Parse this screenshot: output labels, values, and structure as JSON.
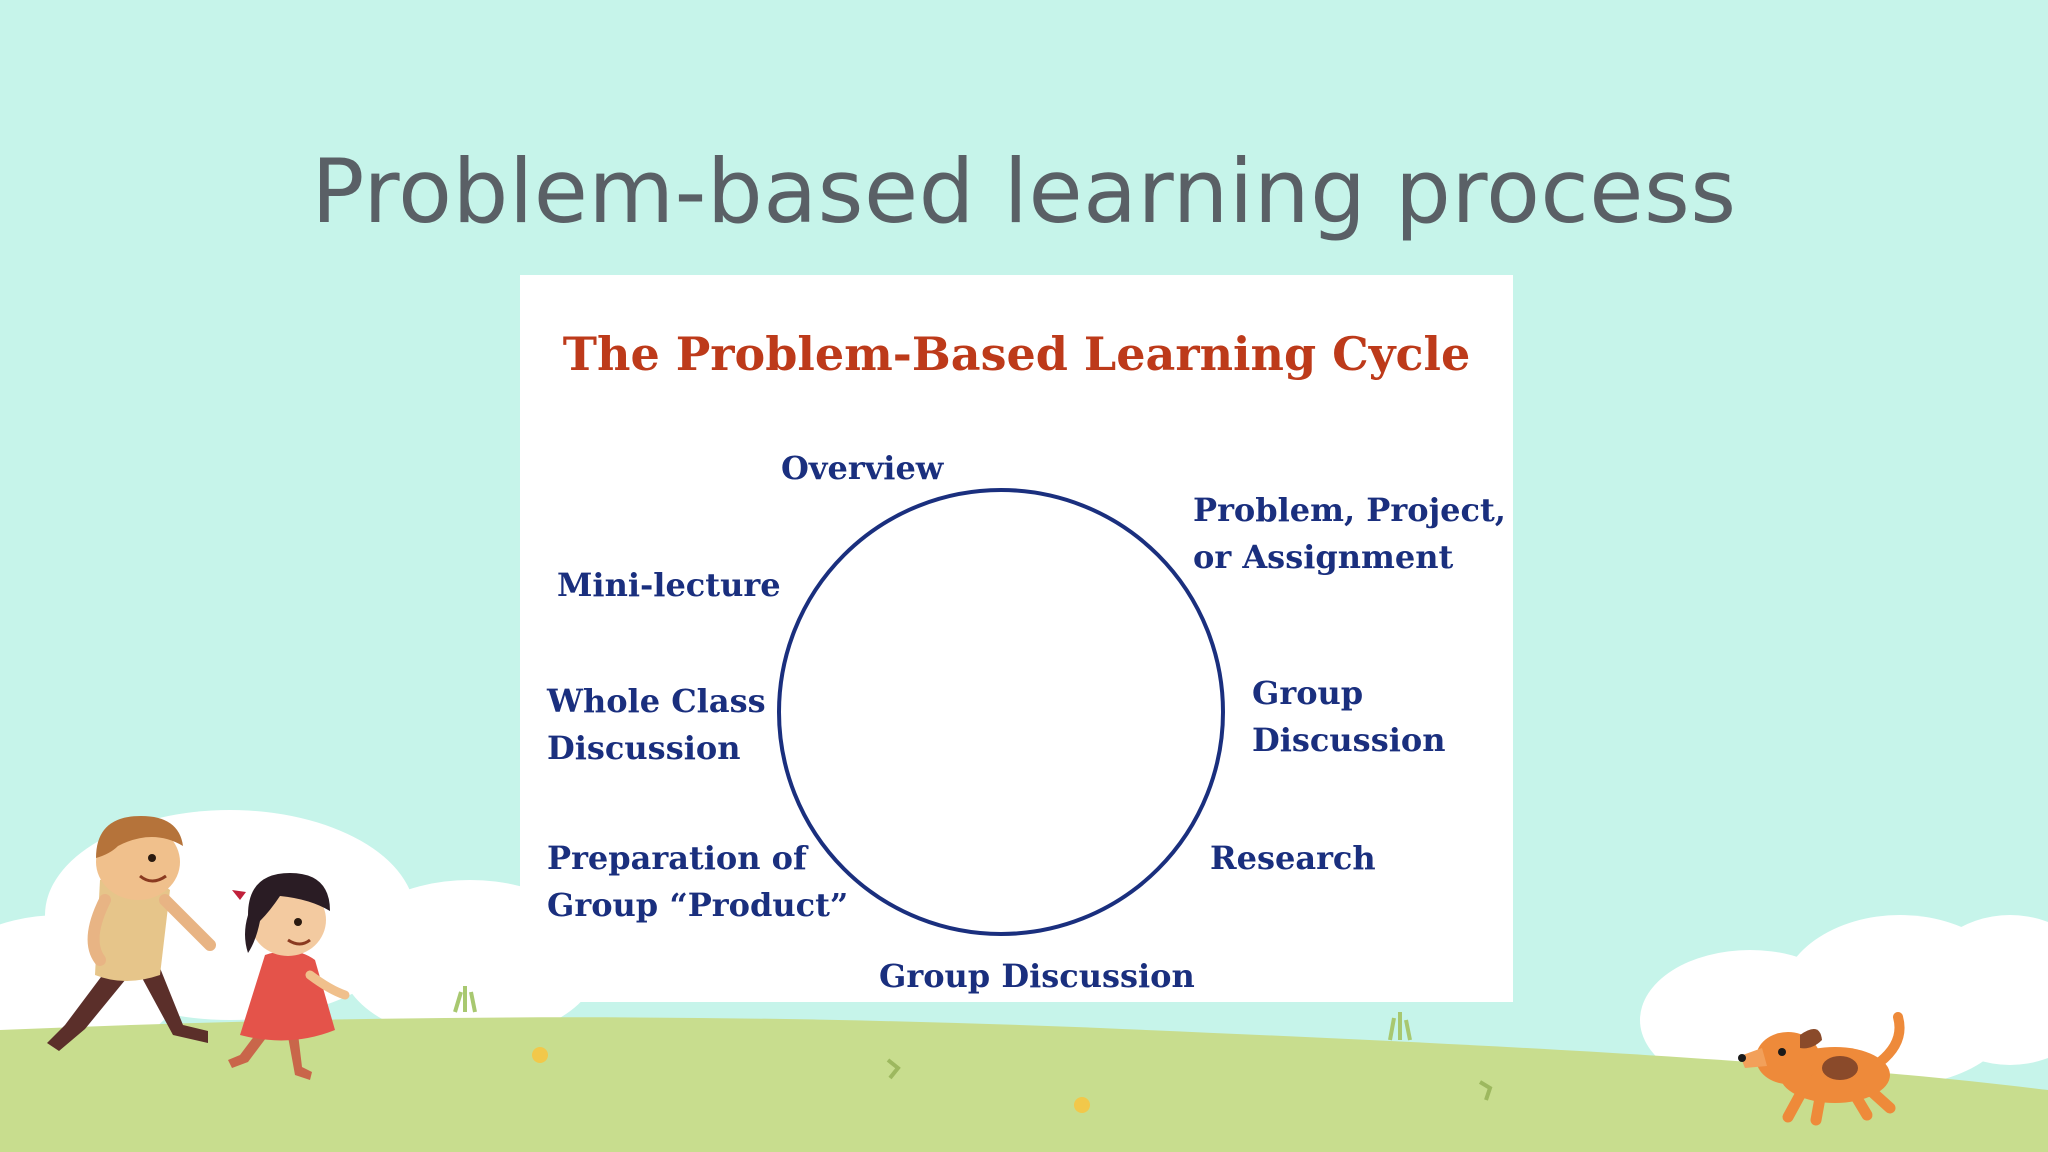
{
  "slide": {
    "title": "Problem-based learning process",
    "colors": {
      "background": "#c6f4ea",
      "grass": "#c8dd8e",
      "title_text": "#5a6066"
    }
  },
  "diagram": {
    "title": "The Problem-Based Learning Cycle",
    "colors": {
      "title": "#bd3a1a",
      "labels": "#1a2f7e",
      "ring": "#1a2f7e"
    },
    "stages": {
      "overview": [
        "Overview"
      ],
      "problem": [
        "Problem, Project,",
        "or Assignment"
      ],
      "group_discussion_right": [
        "Group",
        "Discussion"
      ],
      "research": [
        "Research"
      ],
      "group_discussion_bottom": [
        "Group Discussion"
      ],
      "preparation": [
        "Preparation of",
        "Group “Product”"
      ],
      "whole_class": [
        "Whole Class",
        "Discussion"
      ],
      "mini_lecture": [
        "Mini-lecture"
      ]
    }
  },
  "illustrations": [
    "boy-illustration",
    "girl-illustration",
    "dog-illustration",
    "cloud-illustration",
    "grass-hill-illustration"
  ]
}
